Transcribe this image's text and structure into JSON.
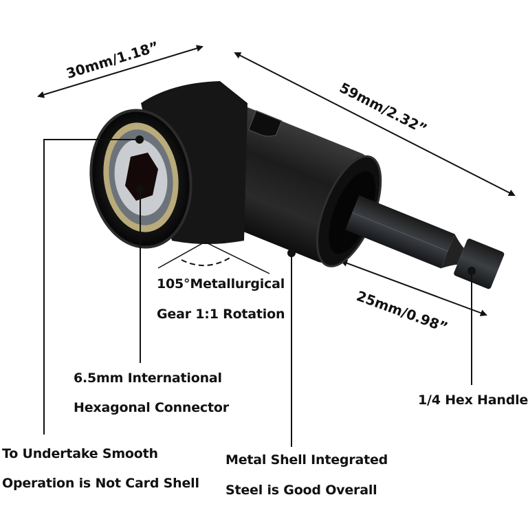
{
  "product": {
    "name": "105-degree right angle drill adapter",
    "body_color": "#1a1a1a",
    "accent_color": "#c8b98a",
    "hex_socket_color": "#c9ccd0"
  },
  "dimensions": {
    "width": "30mm/1.18”",
    "length": "59mm/2.32”",
    "shank": "25mm/0.98”"
  },
  "callouts": {
    "angle": {
      "line1": "105°Metallurgical",
      "line2": "Gear 1:1 Rotation"
    },
    "connector": {
      "line1": "6.5mm International",
      "line2": "Hexagonal Connector"
    },
    "hex_handle": {
      "line1": "1/4 Hex Handle"
    },
    "bearing": {
      "line1": "To Undertake Smooth",
      "line2": "Operation is Not Card Shell"
    },
    "shell": {
      "line1": "Metal Shell Integrated",
      "line2": "Steel is Good Overall"
    }
  }
}
